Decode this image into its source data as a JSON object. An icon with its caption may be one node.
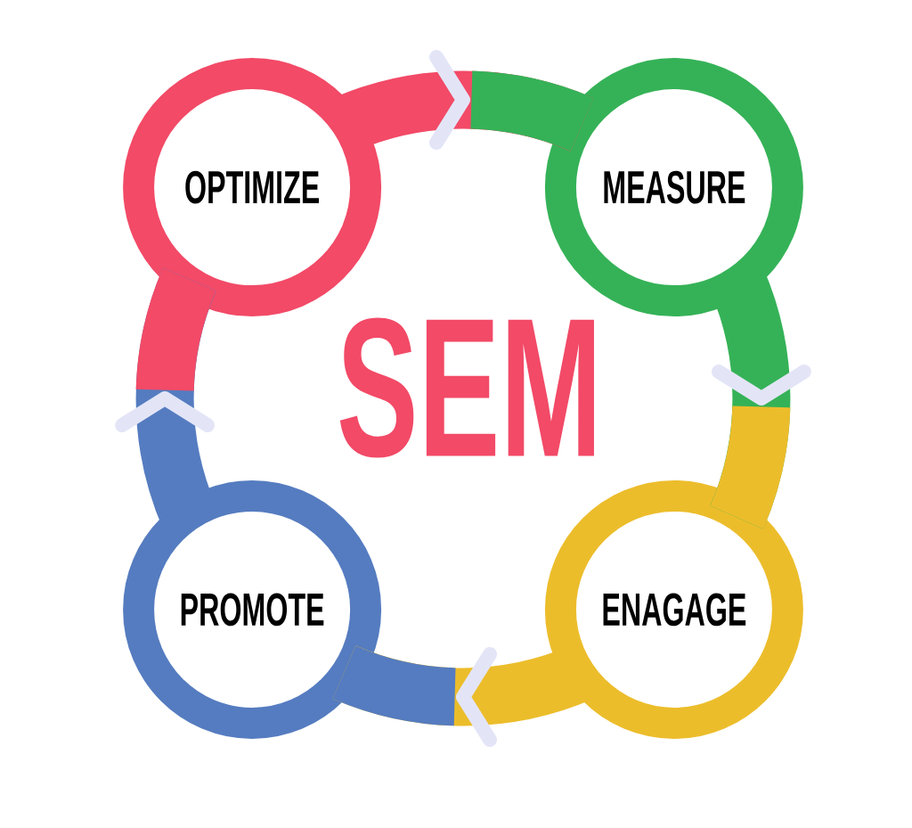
{
  "diagram": {
    "nodes": [
      {
        "text": [
          "OPTIMIZE"
        ]
      },
      {
        "text": [
          "MEASURE"
        ]
      },
      {
        "text": [
          "ENAGAGE"
        ]
      },
      {
        "text": [
          "PROMOTE"
        ]
      }
    ],
    "edges": [
      {
        "from": 0,
        "to": 1,
        "arrow": "to",
        "color": "#f24a67"
      },
      {
        "from": 1,
        "to": 2,
        "arrow": "to",
        "color": "#35b257"
      },
      {
        "from": 2,
        "to": 3,
        "arrow": "to",
        "color": "#ecbd2b"
      },
      {
        "from": 3,
        "to": 0,
        "arrow": "to",
        "color": "#557cc0"
      }
    ],
    "labels": [
      "SEM"
    ]
  }
}
